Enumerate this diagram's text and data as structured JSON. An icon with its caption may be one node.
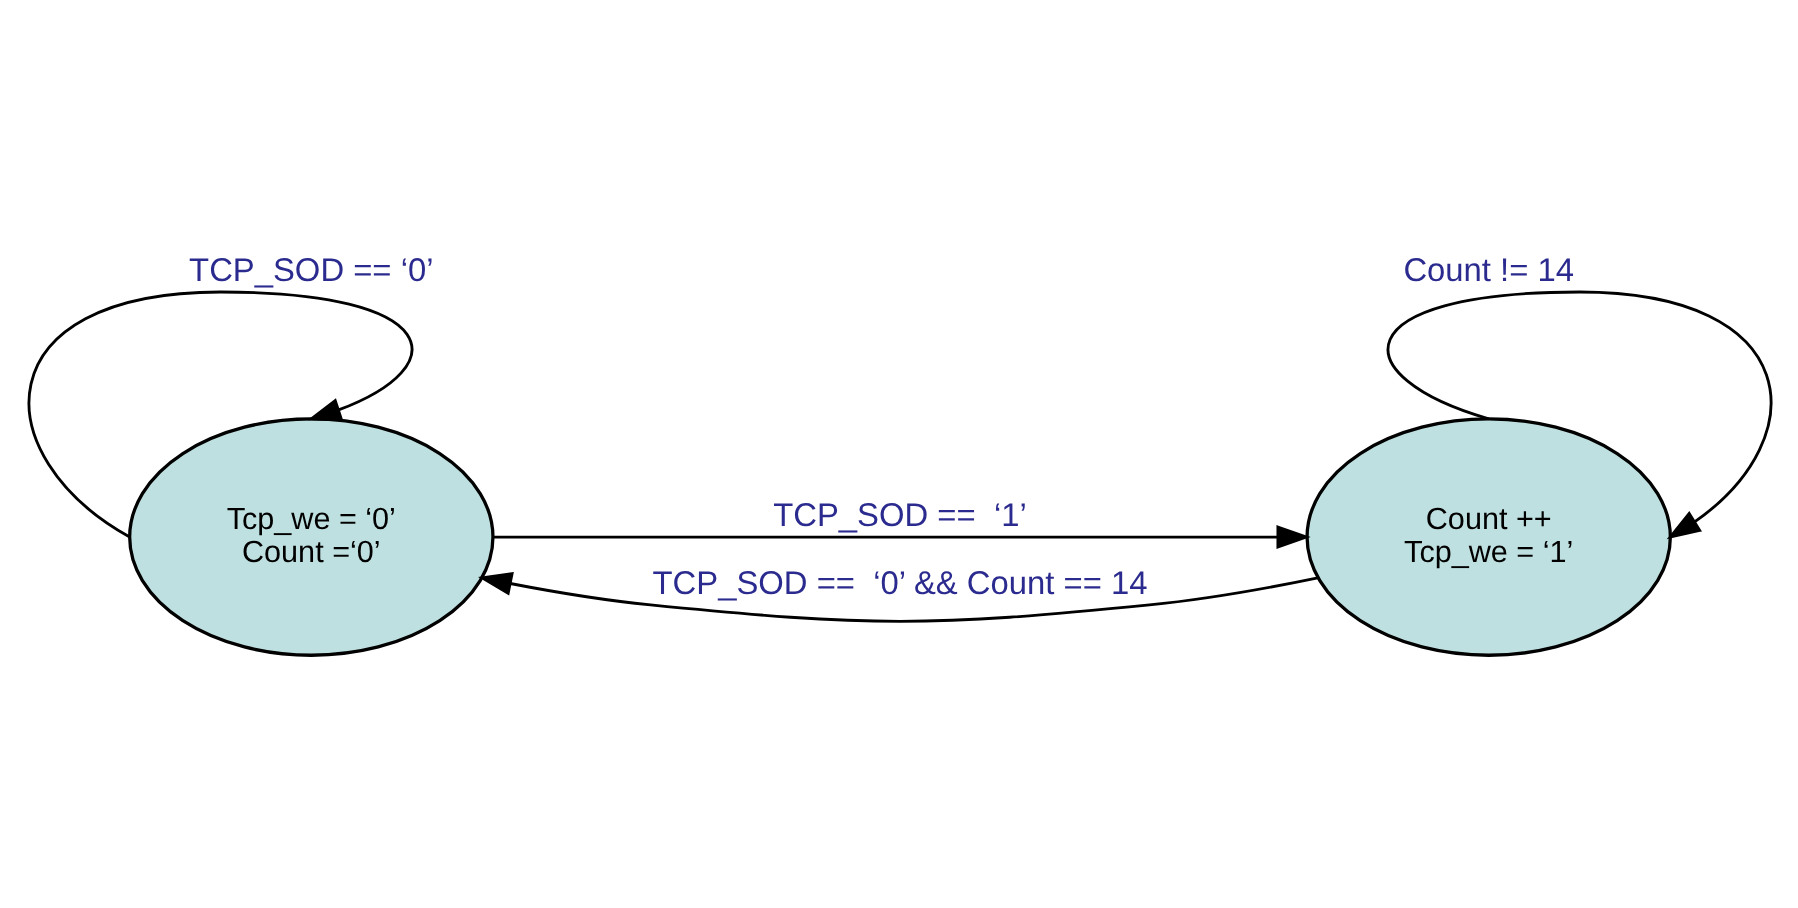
{
  "diagram": {
    "nodes": [
      {
        "text": [
          "Tcp_we = ‘0’",
          "Count =‘0’"
        ]
      },
      {
        "text": [
          "Count ++",
          "Tcp_we = ‘1’"
        ]
      }
    ],
    "edges": [
      {
        "from": 0,
        "to": 0,
        "arrow": "to",
        "label": "TCP_SOD == ‘0’"
      },
      {
        "from": 0,
        "to": 1,
        "arrow": "to",
        "label": "TCP_SOD ==  ‘1’"
      },
      {
        "from": 1,
        "to": 1,
        "arrow": "to",
        "label": "Count != 14"
      },
      {
        "from": 1,
        "to": 0,
        "arrow": "to",
        "label": "TCP_SOD ==  ‘0’ && Count == 14"
      }
    ]
  }
}
